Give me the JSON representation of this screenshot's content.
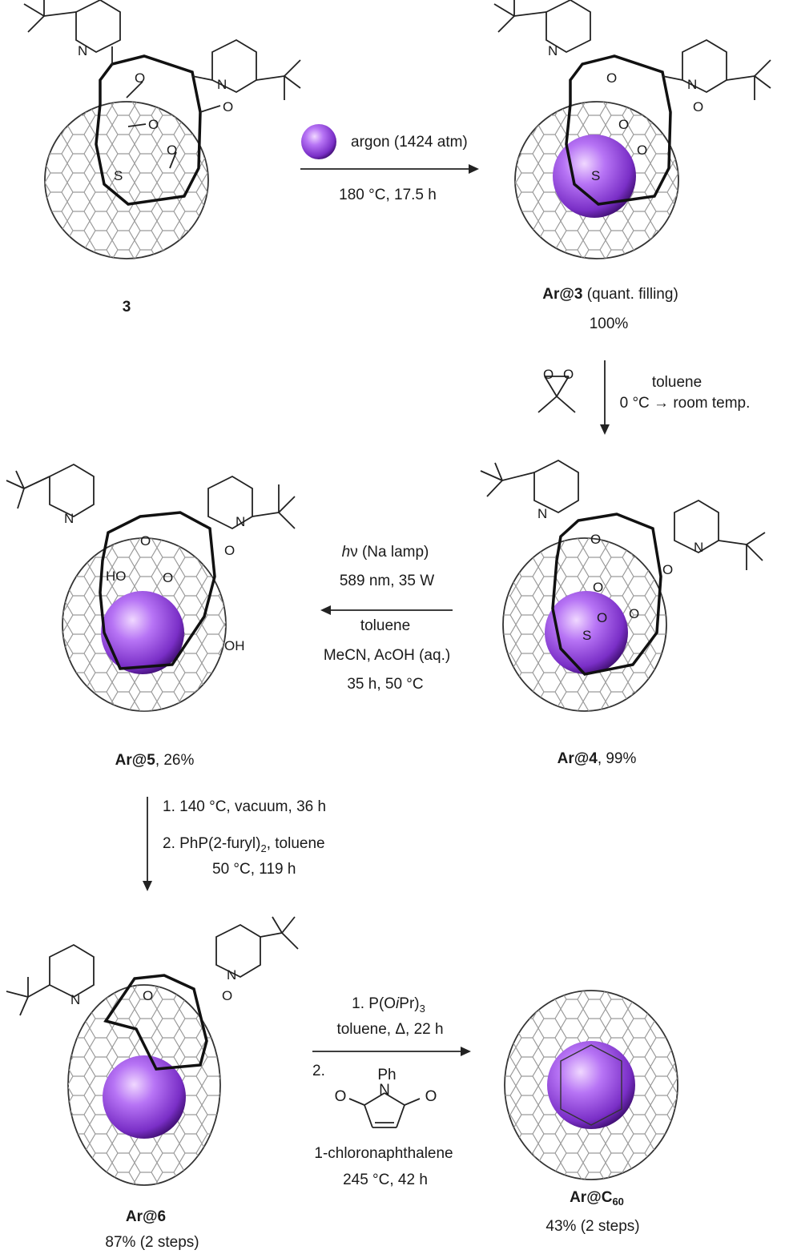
{
  "compounds": {
    "c3": {
      "id": "3",
      "caption": ""
    },
    "ar3": {
      "id": "Ar@3",
      "caption": " (quant. filling)",
      "yield": "100%"
    },
    "ar4": {
      "id": "Ar@4",
      "caption": ", 99%"
    },
    "ar5": {
      "id": "Ar@5",
      "caption": ", 26%"
    },
    "ar6": {
      "id": "Ar@6",
      "yield": "87% (2 steps)"
    },
    "arc60": {
      "id": "Ar@C",
      "sub": "60",
      "yield": "43% (2 steps)"
    }
  },
  "step1": {
    "reagent": "argon (1424 atm)",
    "conditions": "180 °C, 17.5 h"
  },
  "step2": {
    "solvent": "toluene",
    "temp": "0 °C → room temp."
  },
  "step3": {
    "hv": "h",
    "hv2": "ν (Na lamp)",
    "lamp": "589 nm, 35 W",
    "solvent1": "toluene",
    "solvent2": "MeCN, AcOH (aq.)",
    "conditions": "35 h, 50 °C"
  },
  "step4": {
    "line1": "1.  140 °C, vacuum, 36 h",
    "line2a": "2.  PhP(2-furyl)",
    "line2sub": "2",
    "line2b": ", toluene",
    "line3": "50 °C, 119 h"
  },
  "step5": {
    "line1a": "1. P(O",
    "line1i": "i",
    "line1b": "Pr)",
    "line1sub": "3",
    "line2": "toluene, Δ, 22 h",
    "line3": "2.",
    "ph": "Ph",
    "n": "N",
    "o": "O",
    "line4": "1-chloronaphthalene",
    "line5": "245 °C, 42 h"
  },
  "atoms": {
    "N": "N",
    "O": "O",
    "S": "S",
    "HO": "HO",
    "OH": "OH"
  },
  "colors": {
    "argon_light": "#d9a6ff",
    "argon_mid": "#a55cf0",
    "argon_dark": "#4a1380",
    "bond": "#1a1a1a",
    "cage": "#8a8a8a"
  }
}
